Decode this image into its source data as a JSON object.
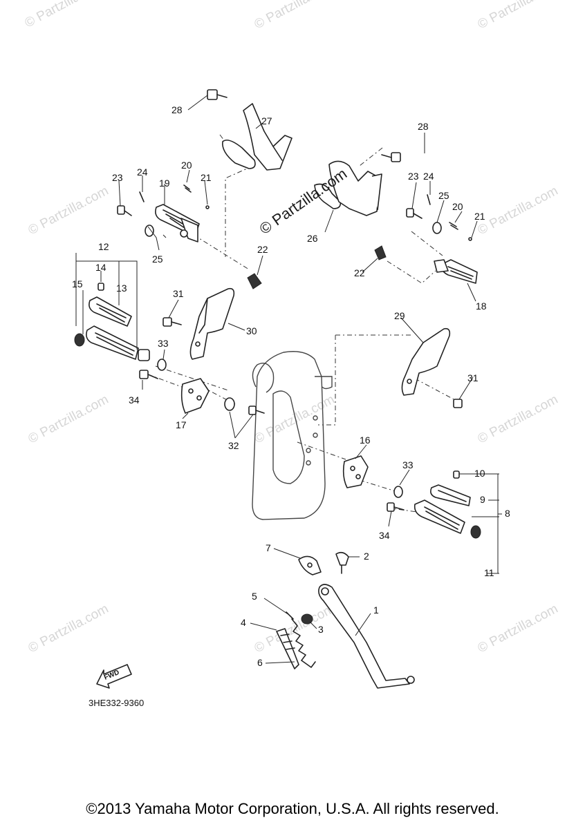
{
  "diagram": {
    "watermark": "© Partzilla.com",
    "center_watermark": "© Partzilla.com",
    "part_code": "3HE332-9360",
    "fwd_label": "FWD",
    "callouts": [
      "1",
      "2",
      "3",
      "4",
      "5",
      "6",
      "7",
      "8",
      "9",
      "10",
      "11",
      "12",
      "13",
      "14",
      "15",
      "16",
      "17",
      "18",
      "19",
      "20",
      "21",
      "22",
      "23",
      "24",
      "25",
      "26",
      "27",
      "28",
      "29",
      "30",
      "31",
      "32",
      "33",
      "34"
    ]
  },
  "footer": {
    "copyright": "©2013 Yamaha Motor Corporation, U.S.A. All rights reserved."
  }
}
